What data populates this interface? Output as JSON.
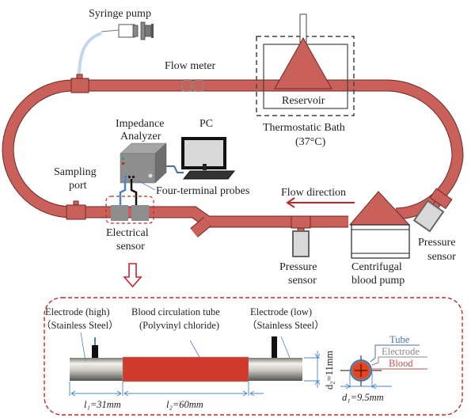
{
  "labels": {
    "syringe_pump": "Syringe pump",
    "flow_meter": "Flow meter",
    "reservoir": "Reservoir",
    "thermostatic_bath": "Thermostatic Bath",
    "bath_temp": "(37°C)",
    "impedance_analyzer_1": "Impedance",
    "impedance_analyzer_2": "Analyzer",
    "pc": "PC",
    "sampling_port_1": "Sampling",
    "sampling_port_2": "port",
    "four_terminal_probes": "Four-terminal probes",
    "flow_direction": "Flow direction",
    "electrical_sensor_1": "Electrical",
    "electrical_sensor_2": "sensor",
    "pressure_sensor_mid_1": "Pressure",
    "pressure_sensor_mid_2": "sensor",
    "pressure_sensor_right_1": "Pressure",
    "pressure_sensor_right_2": "sensor",
    "centrifugal_pump_1": "Centrifugal",
    "centrifugal_pump_2": "blood pump"
  },
  "detail": {
    "electrode_high_1": "Electrode (high)",
    "electrode_high_2": "（Stainless Steel）",
    "tube_1": "Blood circulation tube",
    "tube_2": "(Polyvinyl chloride)",
    "electrode_low_1": "Electrode (low)",
    "electrode_low_2": "（Stainless Steel）",
    "l1": "l₁=31mm",
    "l2": "l₂=60mm",
    "d2": "d₂=11mm",
    "d1": "d₁=9.5mm",
    "legend_tube": "Tube",
    "legend_electrode": "Electrode",
    "legend_blood": "Blood"
  },
  "colors": {
    "tube": "#c9605a",
    "arrow": "#c0272d",
    "blood": "#d03a2a",
    "dimension": "#4a86c5",
    "electrode_legend": "#8a8a8a",
    "blood_legend": "#c0504d",
    "tube_legend": "#4a6fa5"
  }
}
